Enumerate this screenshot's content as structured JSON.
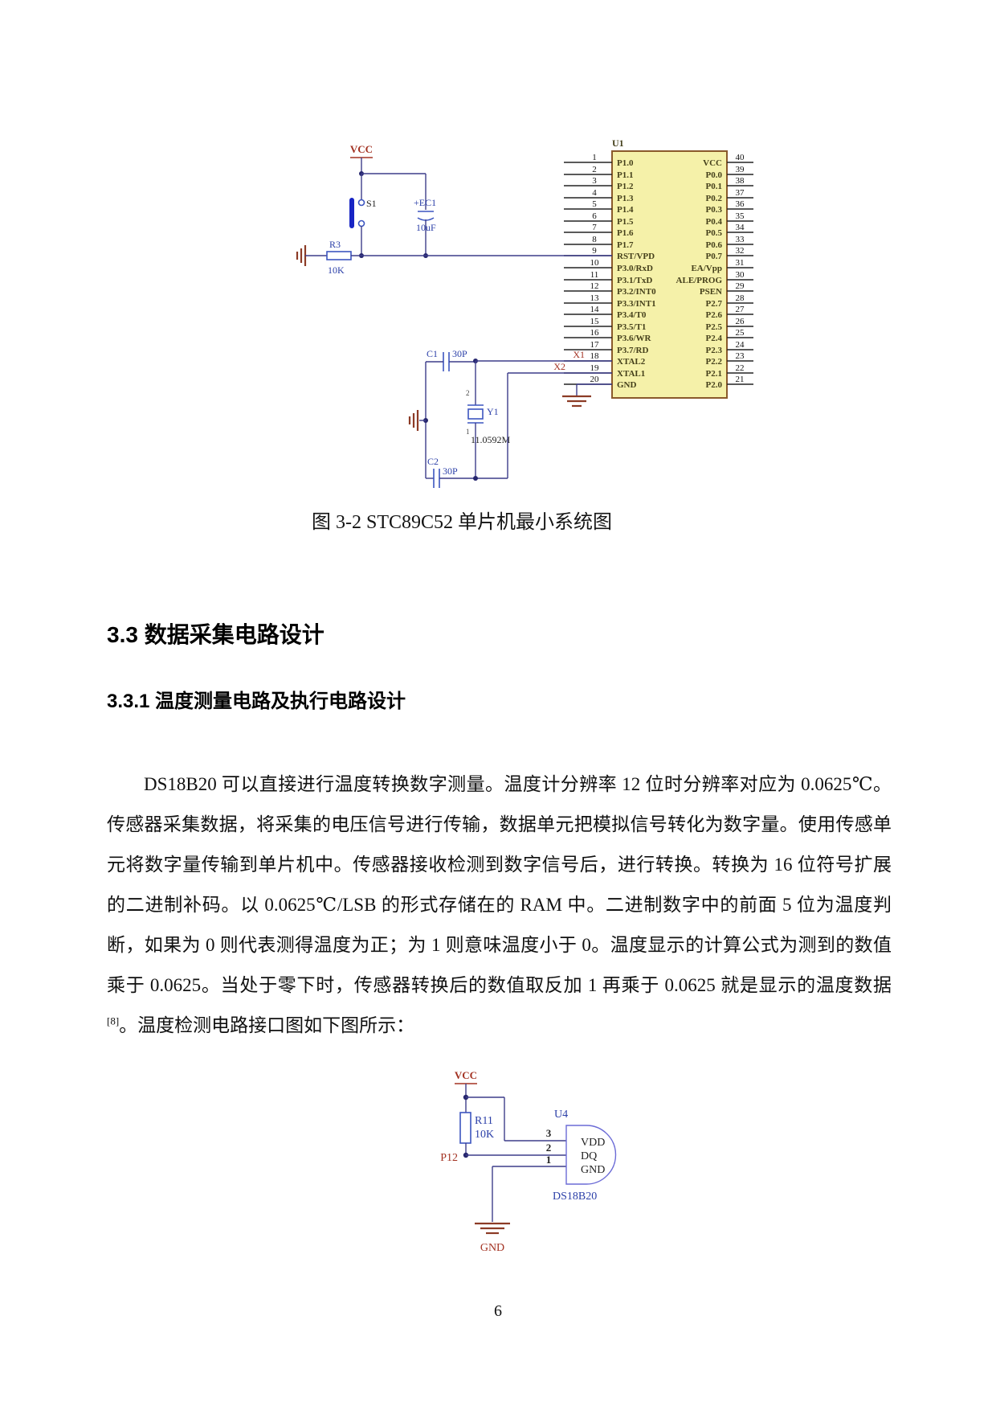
{
  "page": {
    "number": "6"
  },
  "figure1": {
    "caption": "图 3-2  STC89C52 单片机最小系统图",
    "chip": {
      "ref": "U1",
      "left_pins": [
        {
          "num": "1",
          "label": "P1.0"
        },
        {
          "num": "2",
          "label": "P1.1"
        },
        {
          "num": "3",
          "label": "P1.2"
        },
        {
          "num": "4",
          "label": "P1.3"
        },
        {
          "num": "5",
          "label": "P1.4"
        },
        {
          "num": "6",
          "label": "P1.5"
        },
        {
          "num": "7",
          "label": "P1.6"
        },
        {
          "num": "8",
          "label": "P1.7"
        },
        {
          "num": "9",
          "label": "RST/VPD"
        },
        {
          "num": "10",
          "label": "P3.0/RxD"
        },
        {
          "num": "11",
          "label": "P3.1/TxD"
        },
        {
          "num": "12",
          "label": "P3.2/INT0"
        },
        {
          "num": "13",
          "label": "P3.3/INT1"
        },
        {
          "num": "14",
          "label": "P3.4/T0"
        },
        {
          "num": "15",
          "label": "P3.5/T1"
        },
        {
          "num": "16",
          "label": "P3.6/WR"
        },
        {
          "num": "17",
          "label": "P3.7/RD"
        },
        {
          "num": "18",
          "label": "XTAL2"
        },
        {
          "num": "19",
          "label": "XTAL1"
        },
        {
          "num": "20",
          "label": "GND"
        }
      ],
      "right_pins": [
        {
          "num": "40",
          "label": "VCC"
        },
        {
          "num": "39",
          "label": "P0.0"
        },
        {
          "num": "38",
          "label": "P0.1"
        },
        {
          "num": "37",
          "label": "P0.2"
        },
        {
          "num": "36",
          "label": "P0.3"
        },
        {
          "num": "35",
          "label": "P0.4"
        },
        {
          "num": "34",
          "label": "P0.5"
        },
        {
          "num": "33",
          "label": "P0.6"
        },
        {
          "num": "32",
          "label": "P0.7"
        },
        {
          "num": "31",
          "label": "EA/Vpp"
        },
        {
          "num": "30",
          "label": "ALE/PROG"
        },
        {
          "num": "29",
          "label": "PSEN"
        },
        {
          "num": "28",
          "label": "P2.7"
        },
        {
          "num": "27",
          "label": "P2.6"
        },
        {
          "num": "26",
          "label": "P2.5"
        },
        {
          "num": "25",
          "label": "P2.4"
        },
        {
          "num": "24",
          "label": "P2.3"
        },
        {
          "num": "23",
          "label": "P2.2"
        },
        {
          "num": "22",
          "label": "P2.1"
        },
        {
          "num": "21",
          "label": "P2.0"
        }
      ]
    },
    "labels": {
      "vcc": "VCC",
      "s1": "S1",
      "ec1": "+EC1",
      "ec1_value": "10uF",
      "r3": "R3",
      "r3_value": "10K",
      "c1": "C1",
      "c1_value": "30P",
      "c2": "C2",
      "c2_value": "30P",
      "y1": "Y1",
      "y1_value": "11.0592M",
      "y1_pin2": "2",
      "y1_pin1": "1",
      "x1": "X1",
      "x2": "X2"
    }
  },
  "section": {
    "heading": "3.3 数据采集电路设计",
    "subheading": "3.3.1 温度测量电路及执行电路设计"
  },
  "para": {
    "part1": "DS18B20 可以直接进行温度转换数字测量。温度计分辨率 12 位时分辨率对应为 0.0625℃。传感器采集数据，将采集的电压信号进行传输，数据单元把模拟信号转化为数字量。使用传感单元将数字量传输到单片机中。传感器接收检测到数字信号后，进行转换。转换为 16 位符号扩展的二进制补码。以 0.0625℃/LSB 的形式存储在的 RAM 中。二进制数字中的前面 5 位为温度判断，如果为 0 则代表测得温度为正；为 1 则意味温度小于 0。温度显示的计算公式为测到的数值乘于 0.0625。当处于零下时，传感器转换后的数值取反加 1 再乘于 0.0625 就是显示的温度数据",
    "sup": "[8]",
    "part2": "。温度检测电路接口图如下图所示："
  },
  "figure2": {
    "labels": {
      "vcc": "VCC",
      "r11": "R11",
      "r11_value": "10K",
      "p12": "P12",
      "u4": "U4",
      "pin3": "3",
      "pin2": "2",
      "pin1": "1",
      "vdd": "VDD",
      "dq": "DQ",
      "gnd_pin": "GND",
      "part": "DS18B20",
      "gnd": "GND"
    }
  }
}
